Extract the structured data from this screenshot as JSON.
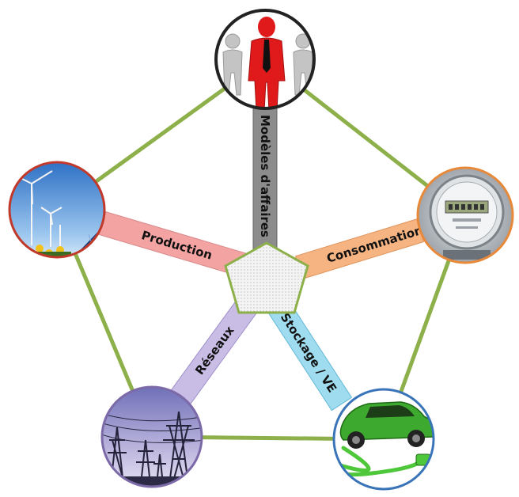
{
  "diagram": {
    "spokes": [
      {
        "id": "business",
        "label": "Modèles d'affaires",
        "color": "#8c8c8c",
        "icon": "business-people-icon"
      },
      {
        "id": "production",
        "label": "Production",
        "color": "#f4a3a3",
        "icon": "wind-solar-icon"
      },
      {
        "id": "consumption",
        "label": "Consommation",
        "color": "#f6b483",
        "icon": "electric-meter-icon"
      },
      {
        "id": "networks",
        "label": "Réseaux",
        "color": "#c9bde6",
        "icon": "power-pylons-icon"
      },
      {
        "id": "storage",
        "label": "Stockage / VE",
        "color": "#9fdcef",
        "icon": "electric-car-icon"
      }
    ],
    "pentagon_edge_color": "#8db04a",
    "center_color": "#f2f2f2"
  }
}
